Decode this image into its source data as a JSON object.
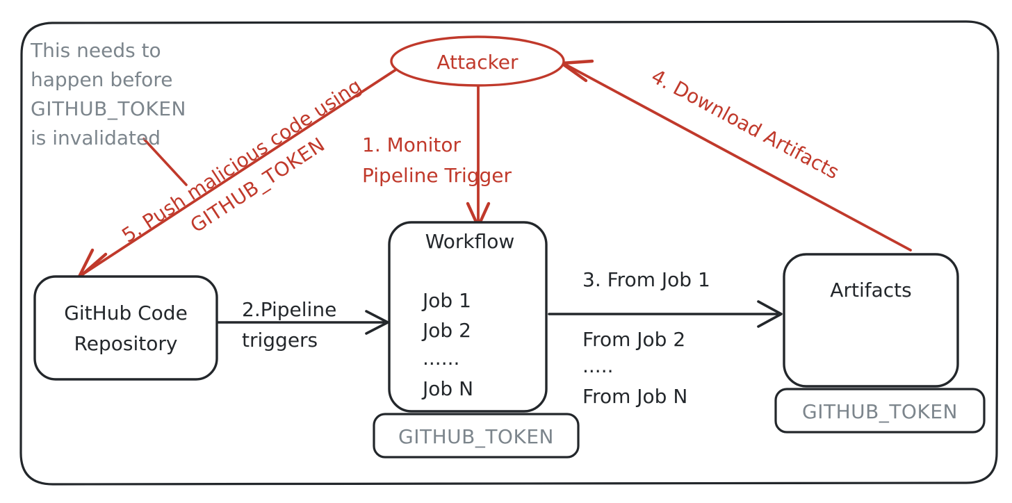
{
  "diagram": {
    "title": "GitHub Actions GITHUB_TOKEN artifact attack flow",
    "colors": {
      "attacker_red": "#c0392b",
      "node_dark": "#23272b",
      "annotation_grey": "#7c858c",
      "background": "#ffffff"
    }
  },
  "annotation": {
    "line1": "This needs to",
    "line2": "happen before",
    "line3": "GITHUB_TOKEN",
    "line4": "is invalidated"
  },
  "nodes": {
    "attacker": {
      "label": "Attacker"
    },
    "repository": {
      "line1": "GitHub Code",
      "line2": "Repository"
    },
    "workflow": {
      "title": "Workflow",
      "jobs": [
        "Job 1",
        "Job 2",
        "......",
        "Job N"
      ],
      "token_label": "GITHUB_TOKEN"
    },
    "artifacts": {
      "title": "Artifacts",
      "token_label": "GITHUB_TOKEN"
    }
  },
  "edges": {
    "monitor": {
      "line1": "1. Monitor",
      "line2": "Pipeline Trigger"
    },
    "pipeline": {
      "line1": "2.Pipeline",
      "line2": "triggers"
    },
    "from_jobs": {
      "line1": "3. From Job 1",
      "line2": "From Job 2",
      "line3": ".....",
      "line4": "From Job N"
    },
    "download": {
      "label": "4. Download Artifacts"
    },
    "push": {
      "line1": "5. Push malicious code using",
      "line2": "GITHUB_TOKEN"
    }
  }
}
